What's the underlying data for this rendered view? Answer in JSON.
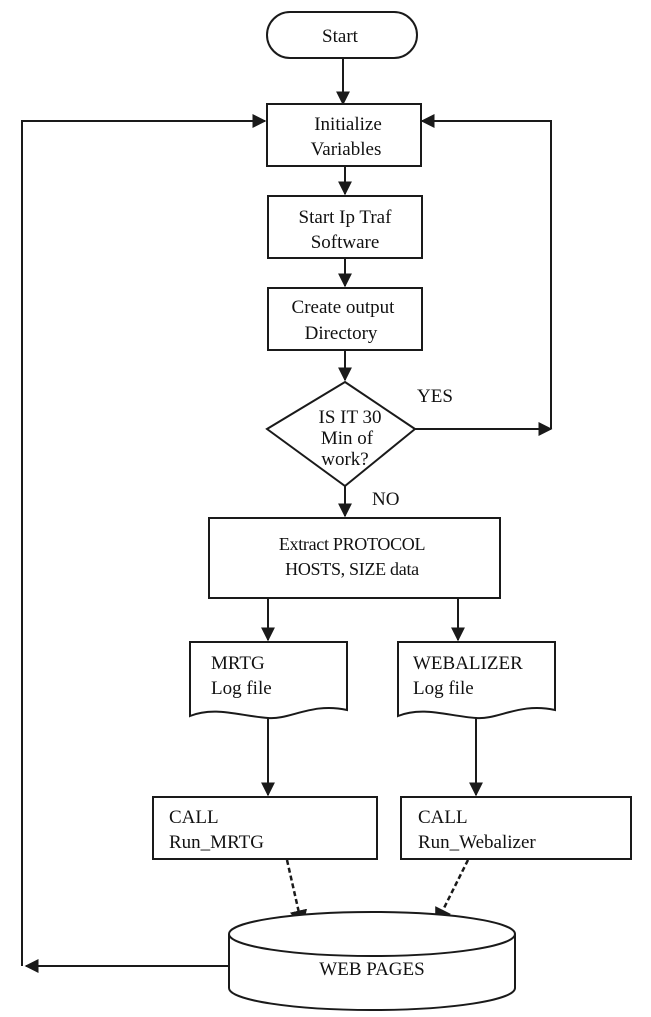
{
  "nodes": {
    "start": "Start",
    "init_line1": "Initialize",
    "init_line2": "Variables",
    "iptraf_line1": "Start Ip Traf",
    "iptraf_line2": "Software",
    "create_line1": "Create output",
    "create_line2": "Directory",
    "decision_line1": "IS IT 30",
    "decision_line2": "Min of",
    "decision_line3": "work?",
    "extract_line1": "Extract PROTOCOL",
    "extract_line2": "HOSTS, SIZE data",
    "mrtg_log_line1": "MRTG",
    "mrtg_log_line2": "Log file",
    "webalizer_log_line1": "WEBALIZER",
    "webalizer_log_line2": "Log file",
    "call_mrtg_line1": "CALL",
    "call_mrtg_line2": "Run_MRTG",
    "call_webalizer_line1": "CALL",
    "call_webalizer_line2": "Run_Webalizer",
    "webpages": "WEB PAGES"
  },
  "edges": {
    "yes_label": "YES",
    "no_label": "NO"
  }
}
